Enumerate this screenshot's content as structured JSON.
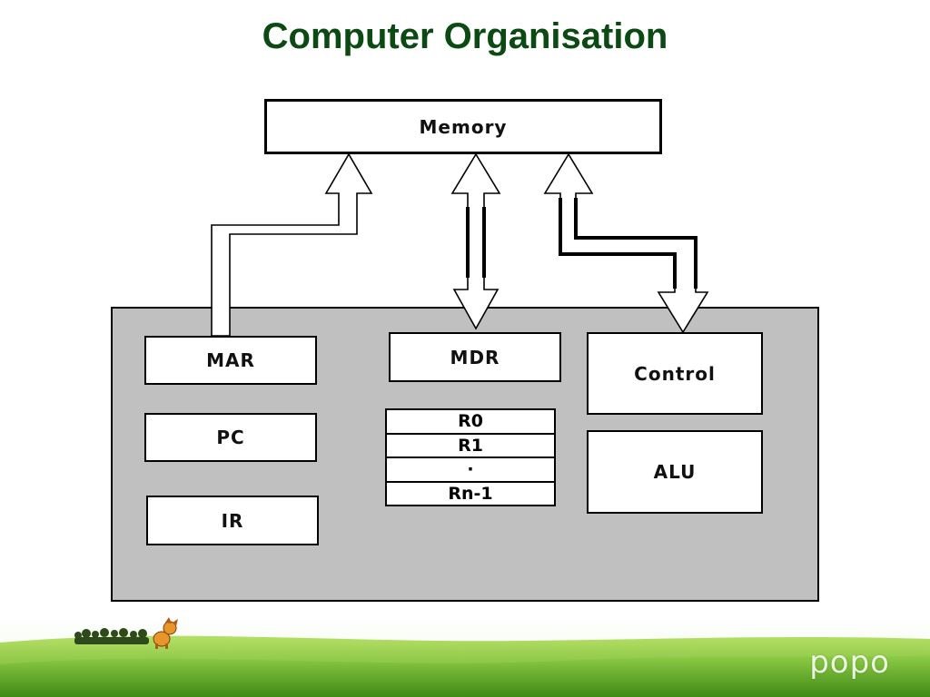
{
  "title": "Computer Organisation",
  "colors": {
    "title": "#0b4a12",
    "processor_fill": "#c0c0c0",
    "box_fill": "#ffffff",
    "line": "#000000",
    "grass_light": "#a8d85a",
    "grass_dark": "#4f9a1e"
  },
  "memory": {
    "label": "Memory"
  },
  "processor": {
    "mar": "MAR",
    "pc": "PC",
    "ir": "IR",
    "mdr": "MDR",
    "registers": [
      "R0",
      "R1",
      "·",
      "Rn-1"
    ],
    "control": "Control",
    "alu": "ALU"
  },
  "footer": {
    "brand": "popo",
    "icons": [
      "tree-line-icon",
      "dog-mascot-icon"
    ]
  }
}
